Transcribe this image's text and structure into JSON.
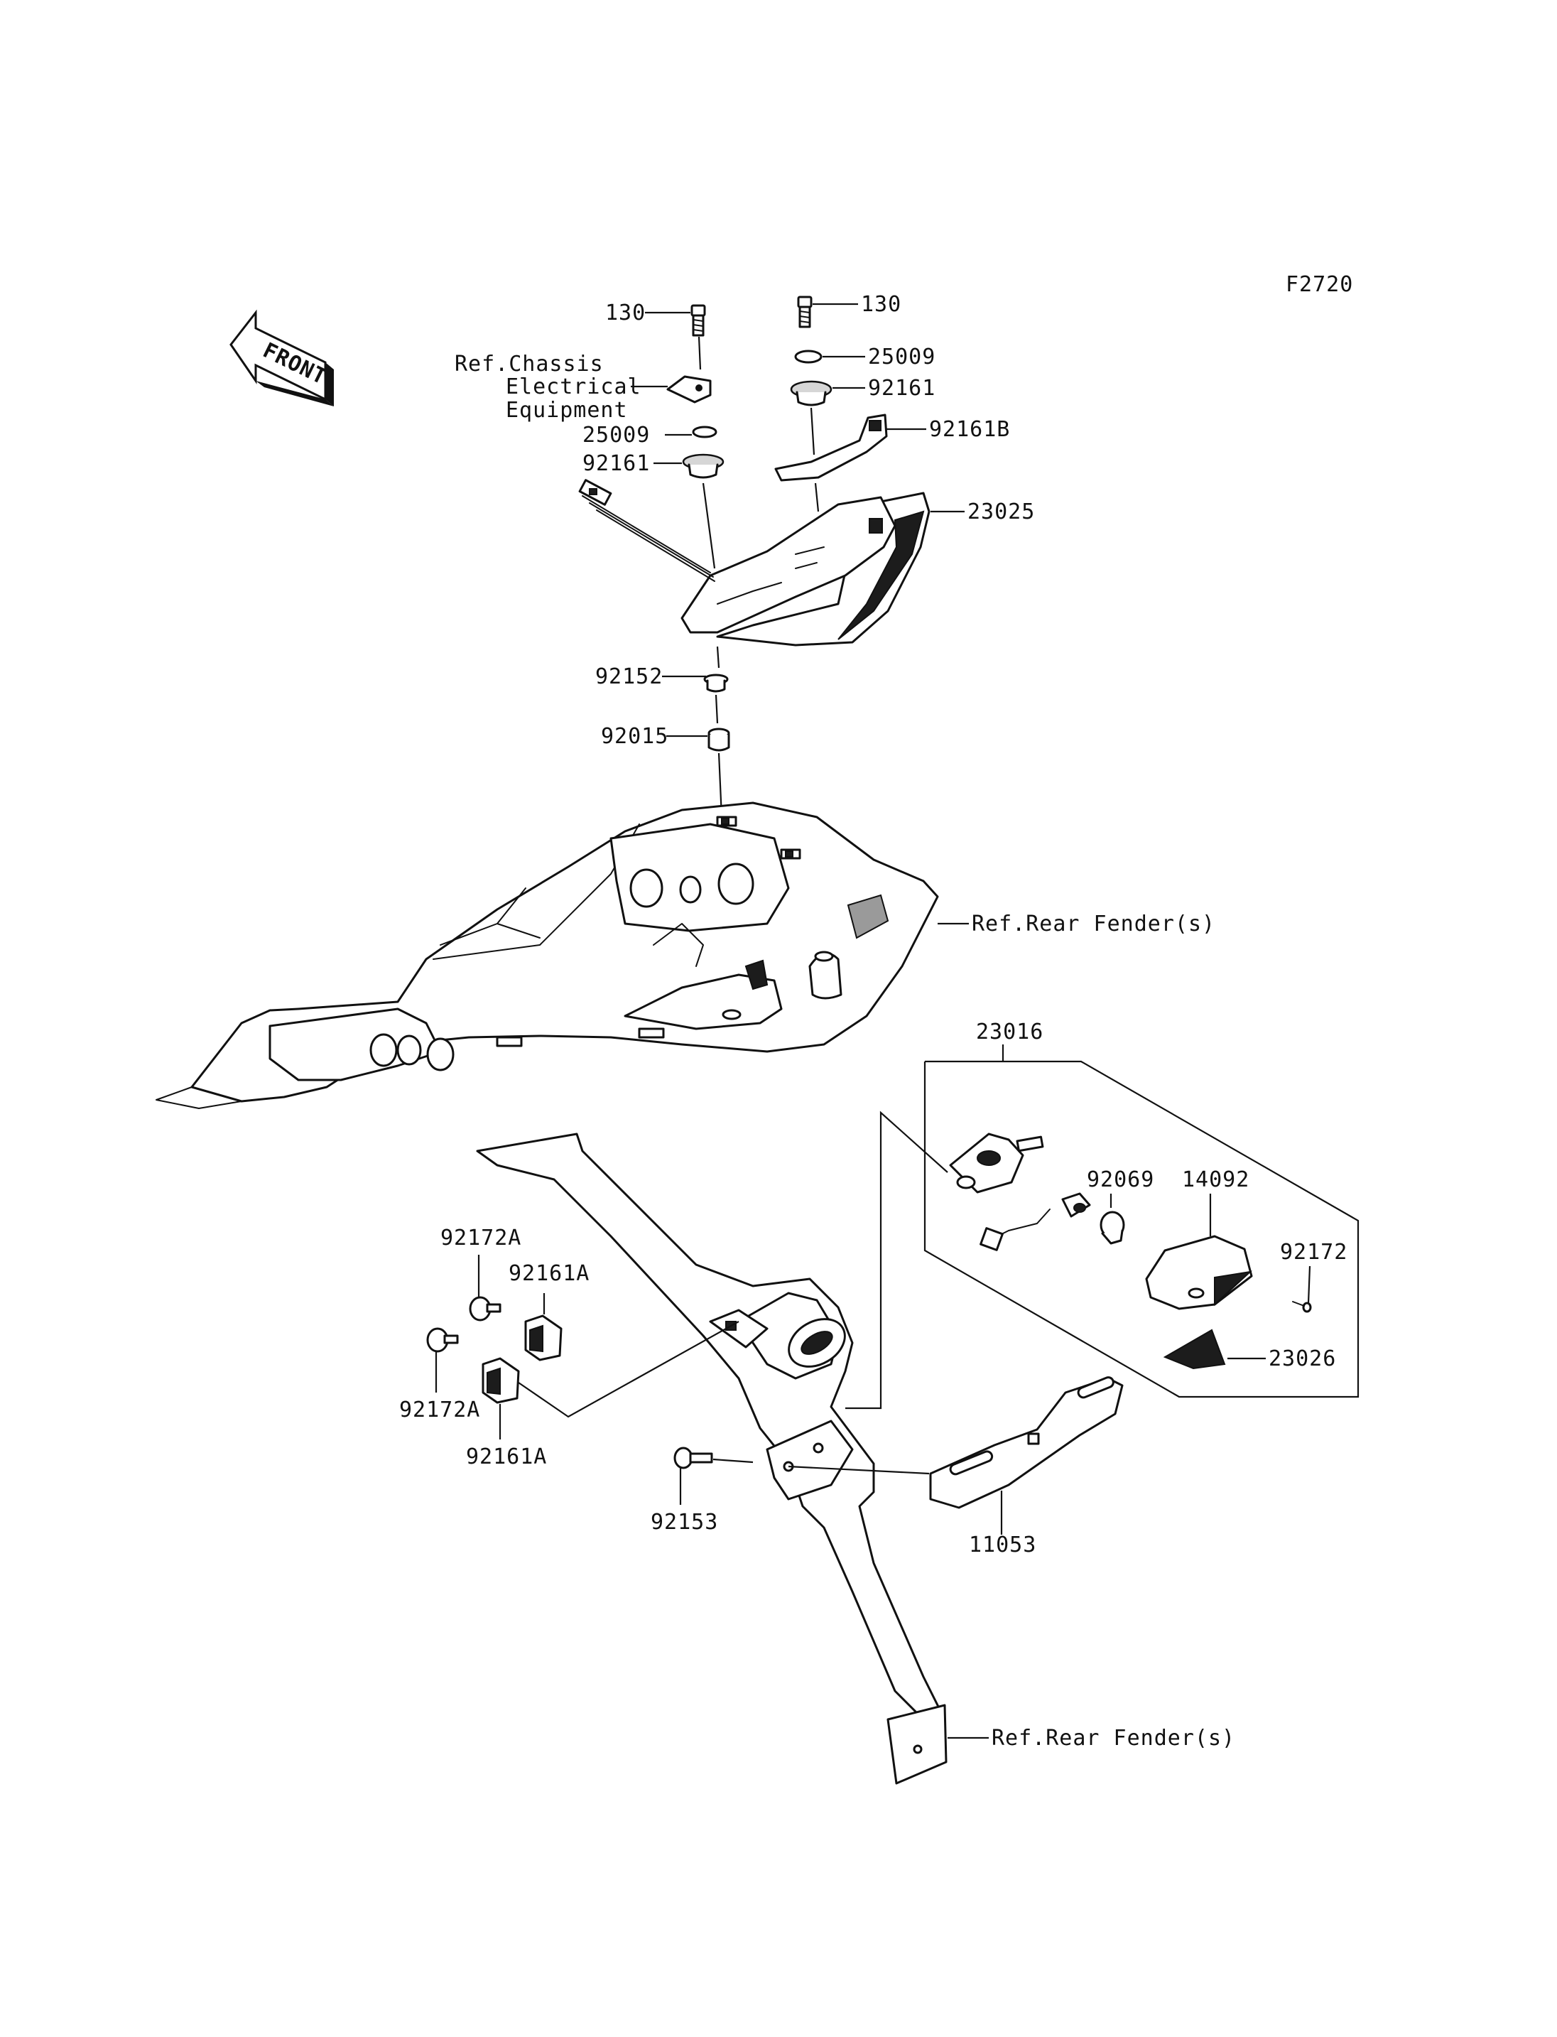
{
  "figure_code": "F2720",
  "front_label": "FRONT",
  "parts": {
    "bolt_left": "130",
    "bolt_right": "130",
    "washer_right": "25009",
    "washer_left": "25009",
    "grommet_right": "92161",
    "grommet_left": "92161",
    "bracket_92161b": "92161B",
    "taillight": "23025",
    "collar_92152": "92152",
    "nut_92015": "92015",
    "assembly_23016": "23016",
    "bulb_92069": "92069",
    "lens_14092": "14092",
    "screw_92172": "92172",
    "reflector_23026": "23026",
    "screw_92172a_top": "92172A",
    "screw_92172a_bottom": "92172A",
    "damper_92161a_top": "92161A",
    "damper_92161a_bottom": "92161A",
    "bolt_92153": "92153",
    "plate_11053": "11053"
  },
  "references": {
    "chassis_line1": "Ref.Chassis",
    "chassis_line2": "Electrical",
    "chassis_line3": "Equipment",
    "rear_fender_upper": "Ref.Rear Fender(s)",
    "rear_fender_lower": "Ref.Rear Fender(s)"
  }
}
